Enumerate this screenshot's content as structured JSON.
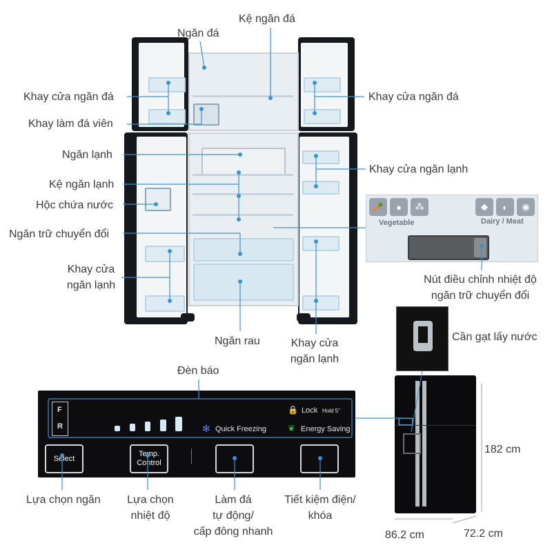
{
  "labels": {
    "ngan_da": "Ngăn đá",
    "ke_ngan_da": "Kệ ngăn đá",
    "khay_cua_ngan_da_left": "Khay cửa ngăn đá",
    "khay_cua_ngan_da_right": "Khay cửa ngăn đá",
    "khay_lam_da_vien": "Khay làm đá viên",
    "ngan_lanh": "Ngăn lạnh",
    "khay_cua_ngan_lanh_right_top": "Khay cửa ngăn lạnh",
    "ke_ngan_lanh": "Kệ ngăn lạnh",
    "hoc_chua_nuoc": "Hộc chứa nước",
    "ngan_tru_chuyen_doi": "Ngăn trữ chuyển đổi",
    "khay_cua_ngan_lanh_left_1": "Khay cửa",
    "khay_cua_ngan_lanh_left_2": "ngăn lạnh",
    "ngan_rau": "Ngăn rau",
    "khay_cua_ngan_lanh_bottom_1": "Khay cửa",
    "khay_cua_ngan_lanh_bottom_2": "ngăn lạnh",
    "nut_dieu_chinh_1": "Nút điều chỉnh nhiệt độ",
    "nut_dieu_chinh_2": "ngăn trữ chuyển đổi",
    "can_gat": "Cần gạt lấy nước",
    "den_bao": "Đèn báo",
    "lua_chon_ngan": "Lựa chọn ngăn",
    "lua_chon_nhiet_do_1": "Lựa chọn",
    "lua_chon_nhiet_do_2": "nhiệt độ",
    "lam_da_1": "Làm đá",
    "lam_da_2": "tự động/",
    "lam_da_3": "cấp đông nhanh",
    "tiet_kiem_1": "Tiết kiệm điện/",
    "tiet_kiem_2": "khóa"
  },
  "zoom_panel": {
    "vegetable": "Vegetable",
    "dairy_meat": "Dairy / Meat"
  },
  "control_panel": {
    "f_key": "F",
    "r_key": "R",
    "lock": "Lock",
    "hold": "Hold 5\"",
    "quick_freezing": "Quick Freezing",
    "energy_saving": "Energy Saving",
    "select": "Select",
    "temp_control_1": "Temp.",
    "temp_control_2": "Control",
    "temp_levels": 5
  },
  "dimensions": {
    "height": "182 cm",
    "width": "86.2 cm",
    "depth": "72.2 cm"
  },
  "colors": {
    "pointer_line": "#3b92d0",
    "panel": "#0d0d10",
    "lock_red": "#e43b3b",
    "leaf_green": "#35b34a",
    "snow_blue": "#5a7cf0"
  }
}
